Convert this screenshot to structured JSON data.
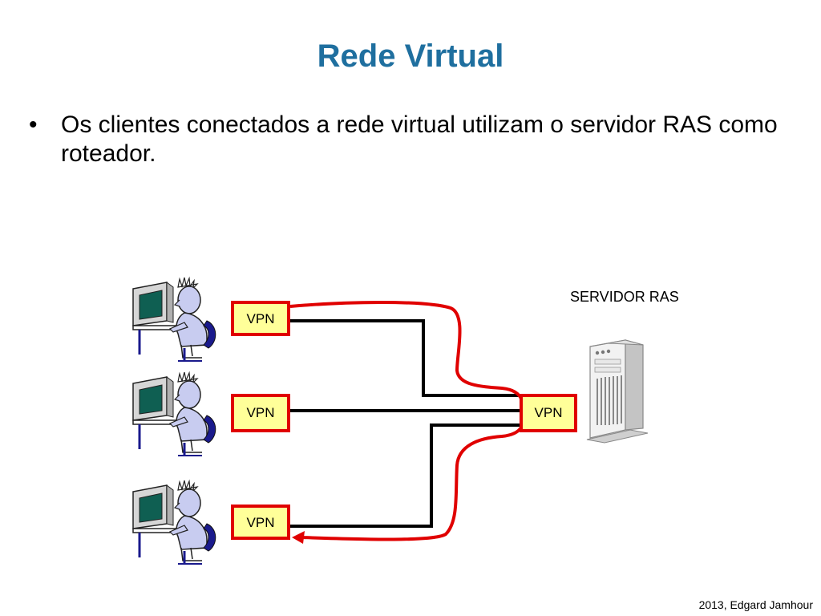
{
  "slide": {
    "title": "Rede Virtual",
    "bullet_symbol": "•",
    "bullets": [
      "Os clientes conectados a rede virtual utilizam o servidor RAS como roteador."
    ],
    "footer": "2013, Edgard Jamhour"
  },
  "diagram": {
    "server_label": "SERVIDOR RAS",
    "client_vpn_labels": [
      "VPN",
      "VPN",
      "VPN"
    ],
    "server_vpn_label": "VPN",
    "colors": {
      "title": "#1f6f9f",
      "vpn_border": "#e00000",
      "vpn_fill": "#ffff99",
      "route_line": "#e00000",
      "wire": "#000000",
      "person": "#c8ccf0",
      "chair": "#1a1a8c",
      "monitor_screen": "#0f5f52"
    }
  }
}
